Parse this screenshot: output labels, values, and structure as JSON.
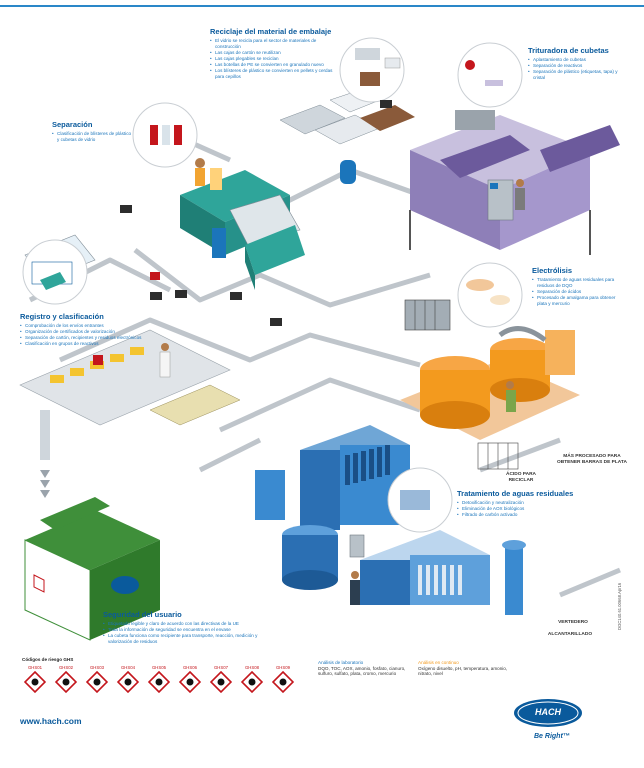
{
  "sections": {
    "reciclaje": {
      "title": "Reciclaje del material de embalaje",
      "items": [
        "El vidrio se recicla para el sector de materiales de construcción",
        "Las cajas de cartón se reutilizan",
        "Las cajas plegables se reciclan",
        "Las botellas de PE se convierten en granulado nuevo",
        "Los blísteres de plástico se convierten en pellets y cerdas para cepillos"
      ]
    },
    "trituradora": {
      "title": "Trituradora de cubetas",
      "items": [
        "Aplastamiento de cubetas",
        "Separación de reactivos",
        "Separación de plástico (etiquetas, tapa) y cristal"
      ]
    },
    "separacion": {
      "title": "Separación",
      "items": [
        "Clasificación de blísteres de plástico y cubetas de vidrio"
      ]
    },
    "electrolisis": {
      "title": "Electrólisis",
      "items": [
        "Tratamiento de aguas residuales para residuos de DQO",
        "Separación de ácidos",
        "Procesado de amalgama para obtener plata y mercurio"
      ]
    },
    "registro": {
      "title": "Registro y clasificación",
      "items": [
        "Comprobación de los envíos entrantes",
        "Organización de certificados de valorización",
        "Separación de cartón, recipientes y residuos electrónicos",
        "Clasificación en grupos de reactivos"
      ]
    },
    "tratamiento": {
      "title": "Tratamiento de aguas residuales",
      "items": [
        "Detoxificación y neutralización",
        "Eliminación de AOX biológicos",
        "Filtrado de carbón activado"
      ]
    },
    "seguridad": {
      "title": "Seguridad del usuario",
      "items": [
        "Etiquetado legible y claro de acuerdo con las directivas de la UE",
        "Toda la información de seguridad se encuentra en el envase",
        "La cubeta funciona como recipiente para transporte, reacción, medición y valorización de residuos"
      ]
    }
  },
  "labels": {
    "plata": "MÁS PROCESADO PARA OBTENER BARRAS DE PLATA",
    "acido": "ÁCIDO PARA RECICLAR",
    "vertedero": "VERTEDERO",
    "alcantarillado": "ALCANTARILLADO"
  },
  "lab_analysis": {
    "title": "Análisis de laboratorio",
    "text": "DQO, TOC, AOX, amonio, fosfato, cianuro, sulfuro, sulfato, plata, cromo, mercurio",
    "color": "#1b75bb"
  },
  "online_analysis": {
    "title": "Análisis en continuo",
    "text": "Oxígeno disuelto, pH, temperatura, amonio, nitrato, nivel",
    "color": "#f39a1e"
  },
  "ghs": {
    "title": "Códigos de riesgo GHS",
    "codes": [
      "GHS01",
      "GHS02",
      "GHS03",
      "GHS04",
      "GHS05",
      "GHS06",
      "GHS07",
      "GHS08",
      "GHS09"
    ],
    "icons": [
      "exploding-bomb-icon",
      "flame-icon",
      "flame-over-circle-icon",
      "gas-cylinder-icon",
      "corrosion-icon",
      "skull-crossbones-icon",
      "exclamation-mark-icon",
      "health-hazard-icon",
      "environment-icon"
    ]
  },
  "footer": {
    "url": "www.hach.com",
    "brand": "HACH",
    "slogan": "Be Right™",
    "doc_id": "DOC140.61.00668.Apr16"
  },
  "colors": {
    "brand_blue": "#0a5a9c",
    "text_blue": "#1b75bb",
    "orange": "#f39a1e",
    "hazard_red": "#c4161c"
  }
}
